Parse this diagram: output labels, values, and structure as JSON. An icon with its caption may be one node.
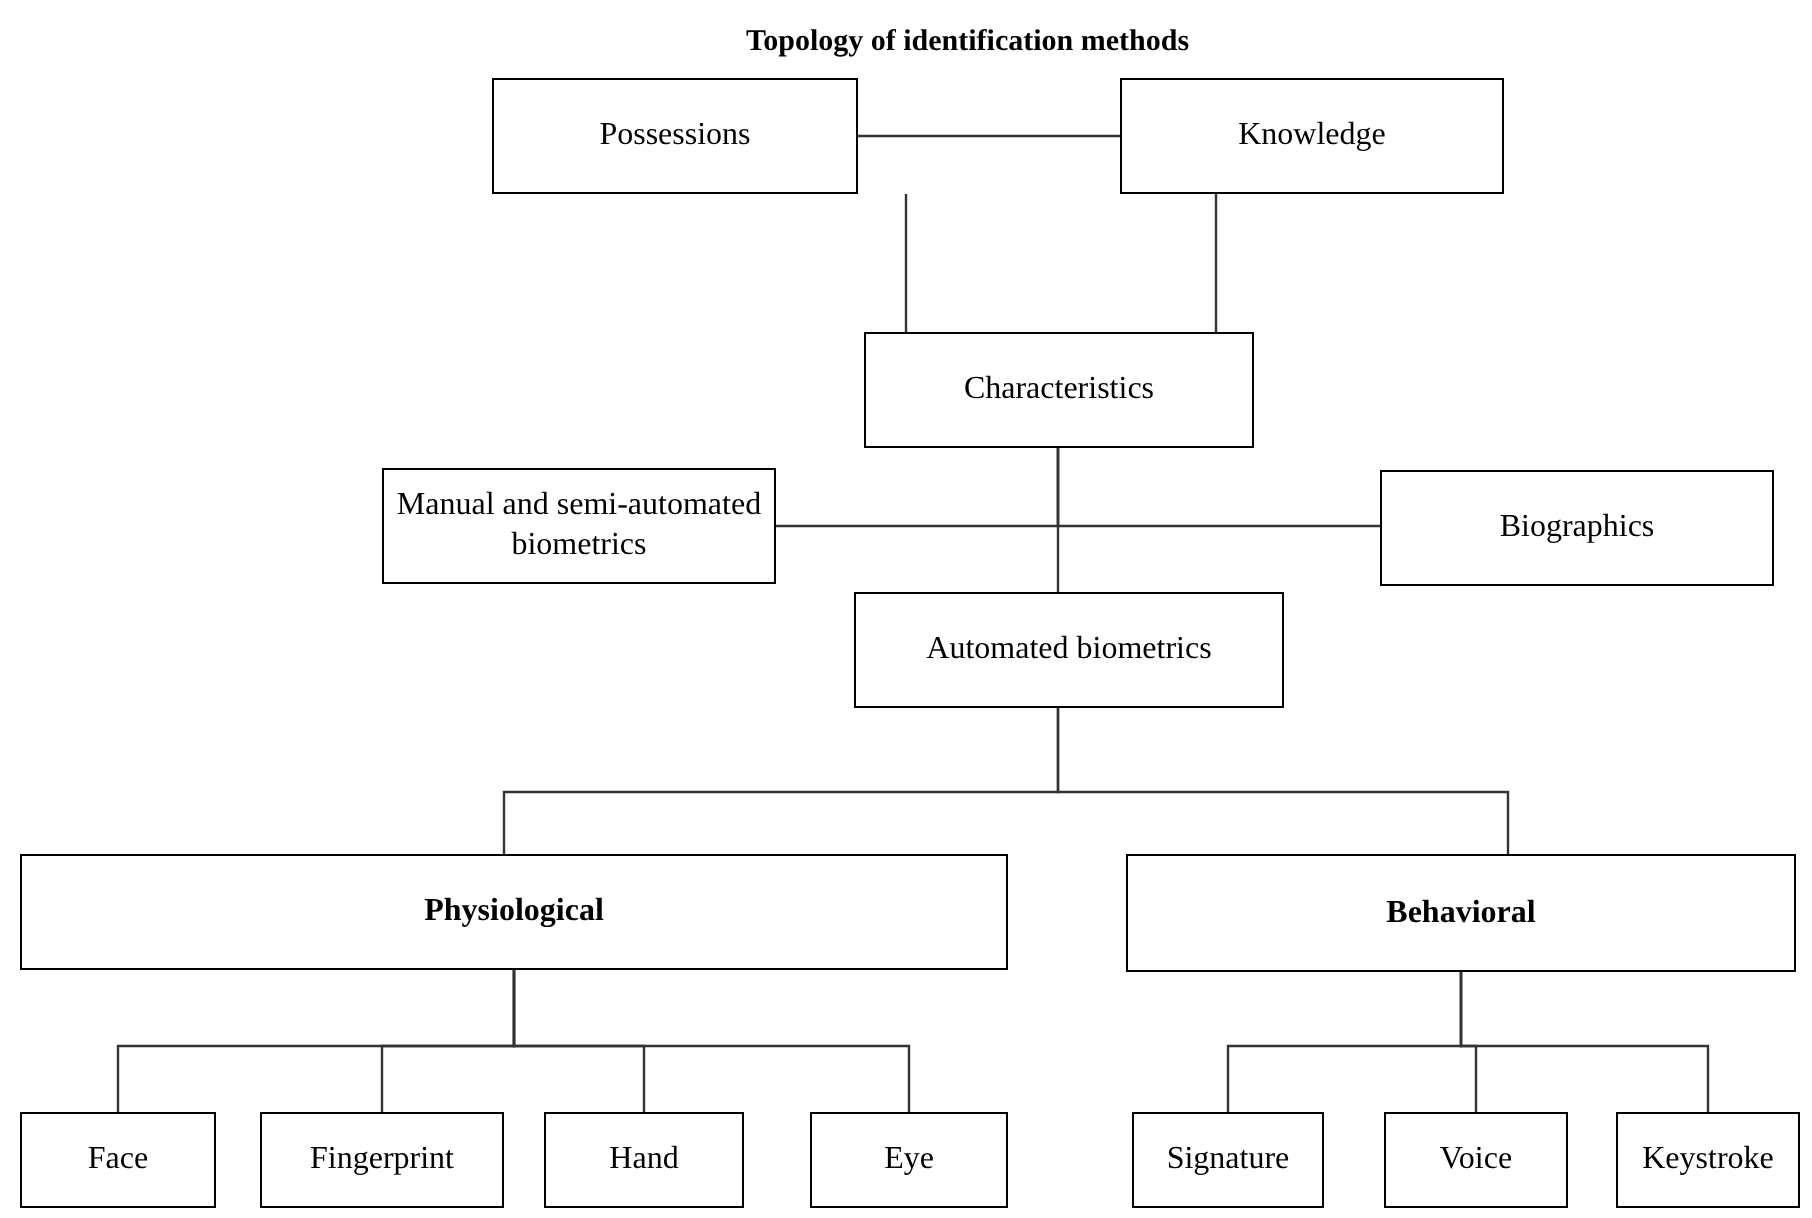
{
  "diagram": {
    "title": "Topology of identification methods",
    "nodes": [
      {
        "text": [
          "Possessions"
        ]
      },
      {
        "text": [
          "Knowledge"
        ]
      },
      {
        "text": [
          "Characteristics"
        ]
      },
      {
        "text": [
          "Manual and semi-automated biometrics"
        ]
      },
      {
        "text": [
          "Biographics"
        ]
      },
      {
        "text": [
          "Automated biometrics"
        ]
      },
      {
        "text": [
          "Physiological"
        ]
      },
      {
        "text": [
          "Behavioral"
        ]
      },
      {
        "text": [
          "Face"
        ]
      },
      {
        "text": [
          "Fingerprint"
        ]
      },
      {
        "text": [
          "Hand"
        ]
      },
      {
        "text": [
          "Eye"
        ]
      },
      {
        "text": [
          "Signature"
        ]
      },
      {
        "text": [
          "Voice"
        ]
      },
      {
        "text": [
          "Keystroke"
        ]
      }
    ],
    "edges": [
      {
        "from": 0,
        "to": 1,
        "arrow": "none"
      },
      {
        "from": 0,
        "to": 2,
        "arrow": "none"
      },
      {
        "from": 1,
        "to": 2,
        "arrow": "none"
      },
      {
        "from": 2,
        "to": 3,
        "arrow": "none"
      },
      {
        "from": 2,
        "to": 4,
        "arrow": "none"
      },
      {
        "from": 2,
        "to": 5,
        "arrow": "none"
      },
      {
        "from": 5,
        "to": 6,
        "arrow": "none"
      },
      {
        "from": 5,
        "to": 7,
        "arrow": "none"
      },
      {
        "from": 6,
        "to": 8,
        "arrow": "none"
      },
      {
        "from": 6,
        "to": 9,
        "arrow": "none"
      },
      {
        "from": 6,
        "to": 10,
        "arrow": "none"
      },
      {
        "from": 6,
        "to": 11,
        "arrow": "none"
      },
      {
        "from": 7,
        "to": 12,
        "arrow": "none"
      },
      {
        "from": 7,
        "to": 13,
        "arrow": "none"
      },
      {
        "from": 7,
        "to": 14,
        "arrow": "none"
      }
    ]
  }
}
